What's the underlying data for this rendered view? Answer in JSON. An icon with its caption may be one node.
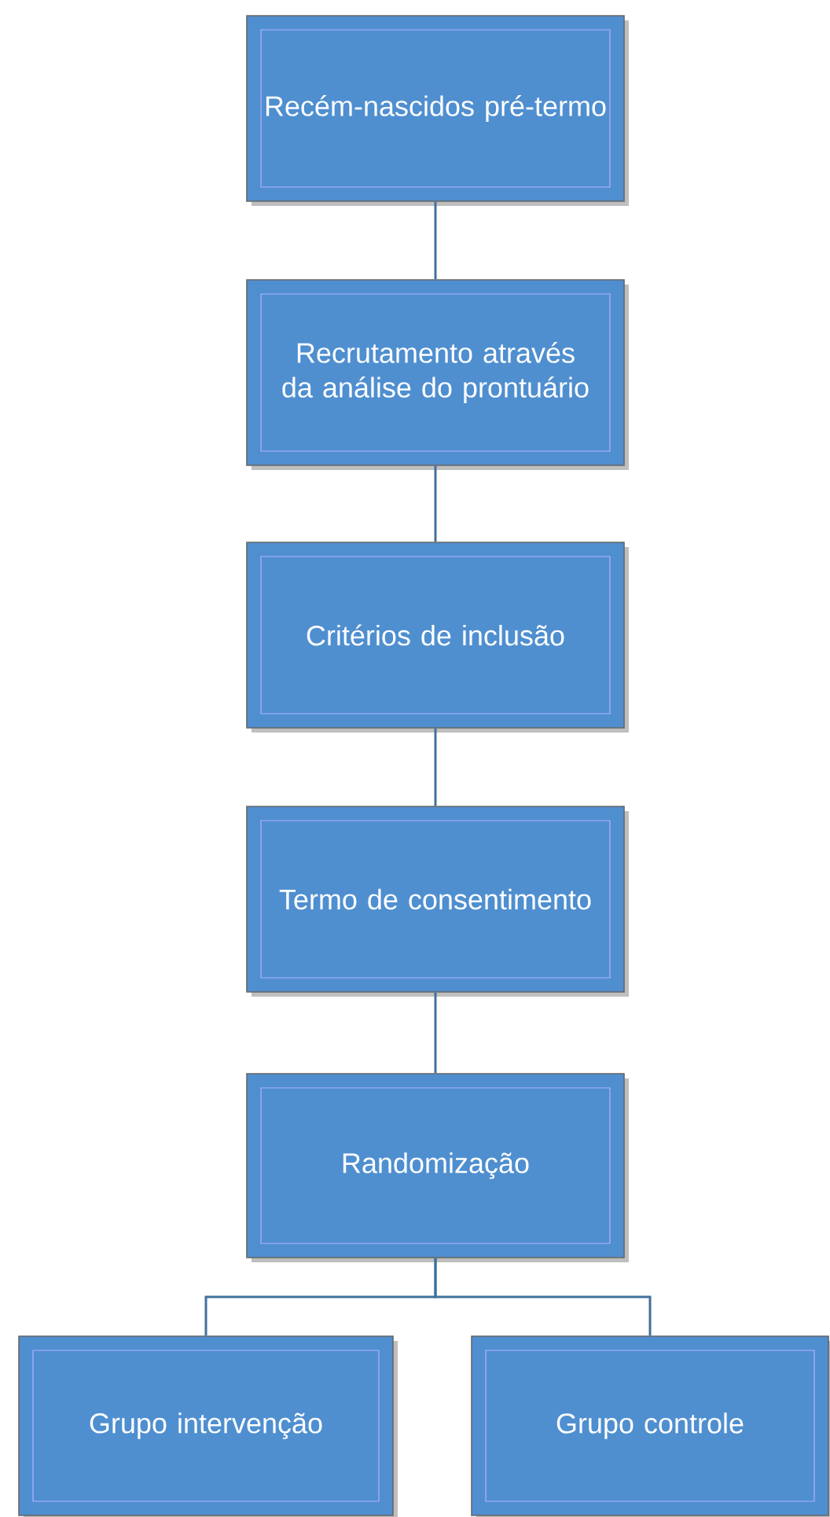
{
  "diagram": {
    "nodes": [
      {
        "text": [
          "Recém-nascidos pré-termo"
        ]
      },
      {
        "text": [
          "Recrutamento através da análise do prontuário"
        ]
      },
      {
        "text": [
          "Critérios de inclusão"
        ]
      },
      {
        "text": [
          "Termo de consentimento"
        ]
      },
      {
        "text": [
          "Randomização"
        ]
      },
      {
        "text": [
          "Grupo intervenção"
        ]
      },
      {
        "text": [
          "Grupo controle"
        ]
      }
    ],
    "edges": [
      {
        "from": 0,
        "to": 1,
        "arrow": "none"
      },
      {
        "from": 1,
        "to": 2,
        "arrow": "none"
      },
      {
        "from": 2,
        "to": 3,
        "arrow": "none"
      },
      {
        "from": 3,
        "to": 4,
        "arrow": "none"
      },
      {
        "from": 4,
        "to": 5,
        "arrow": "none"
      },
      {
        "from": 4,
        "to": 6,
        "arrow": "none"
      }
    ]
  }
}
